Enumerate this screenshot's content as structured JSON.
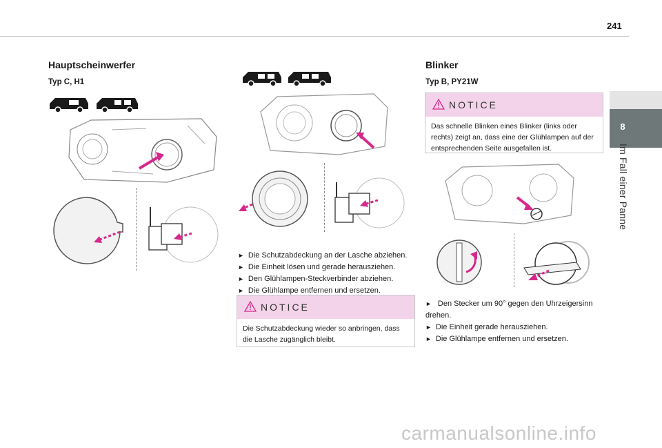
{
  "page": {
    "number": "241"
  },
  "side_tab": {
    "number": "8",
    "label": "Im Fall einer Panne"
  },
  "col1": {
    "heading": "Hauptscheinwerfer",
    "subheading": "Typ C, H1"
  },
  "col2": {
    "steps": [
      "Die Schutzabdeckung an der Lasche abziehen.",
      "Die Einheit lösen und gerade herausziehen.",
      "Den Glühlampen-Steckverbinder abziehen.",
      "Die Glühlampe entfernen und ersetzen."
    ],
    "notice": {
      "title": "NOTICE",
      "lines": [
        "Die Schutzabdeckung wieder so anbringen, dass",
        "die Lasche zugänglich bleibt."
      ]
    }
  },
  "col3": {
    "heading": "Blinker",
    "subheading": "Typ B, PY21W",
    "notice": {
      "title": "NOTICE",
      "lines": [
        "Das schnelle Blinken eines Blinker (links oder",
        "rechts) zeigt an, dass eine der Glühlampen auf der",
        "entsprechenden Seite ausgefallen ist."
      ]
    },
    "steps": [
      [
        "Den Stecker um 90° gegen den Uhrzeigersinn",
        "drehen."
      ],
      [
        "Die Einheit gerade herausziehen."
      ],
      [
        "Die Glühlampe entfernen und ersetzen."
      ]
    ]
  },
  "step_marker": "►",
  "colors": {
    "accent": "#d6288c",
    "notice_bg": "#f3d3ea",
    "tab": "#6f7878"
  },
  "icons": [
    "van-icon",
    "warning-triangle-icon"
  ],
  "watermark": "carmanualsonline.info"
}
